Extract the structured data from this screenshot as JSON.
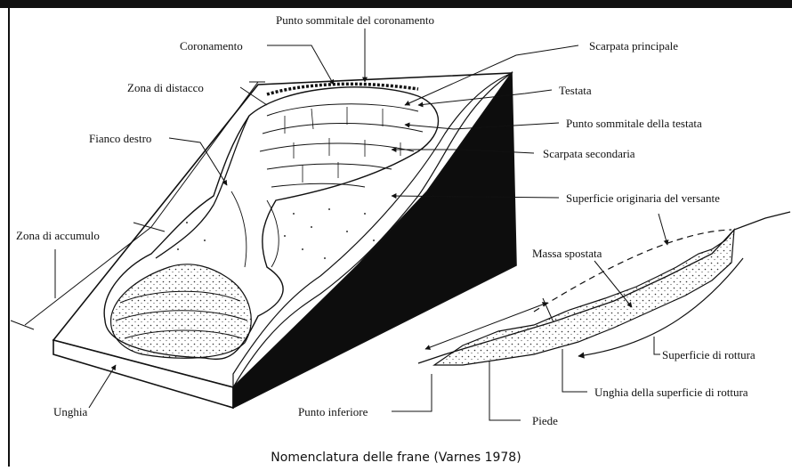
{
  "figure": {
    "caption": "Nomenclatura delle frane (Varnes 1978)",
    "labels": {
      "punto_sommitale_coronamento": "Punto sommitale del coronamento",
      "coronamento": "Coronamento",
      "scarpata_principale": "Scarpata principale",
      "zona_distacco": "Zona di distacco",
      "testata": "Testata",
      "punto_sommitale_testata": "Punto sommitale della testata",
      "fianco_destro": "Fianco destro",
      "scarpata_secondaria": "Scarpata   secondaria",
      "superficie_originaria": "Superficie originaria del versante",
      "zona_accumulo": "Zona di accumulo",
      "massa_spostata": "Massa spostata",
      "superficie_rottura": "Superficie di  rottura",
      "unghia_superficie_rottura": "Unghia della superficie di rottura",
      "unghia": "Unghia",
      "punto_inferiore": "Punto inferiore",
      "piede": "Piede"
    }
  }
}
